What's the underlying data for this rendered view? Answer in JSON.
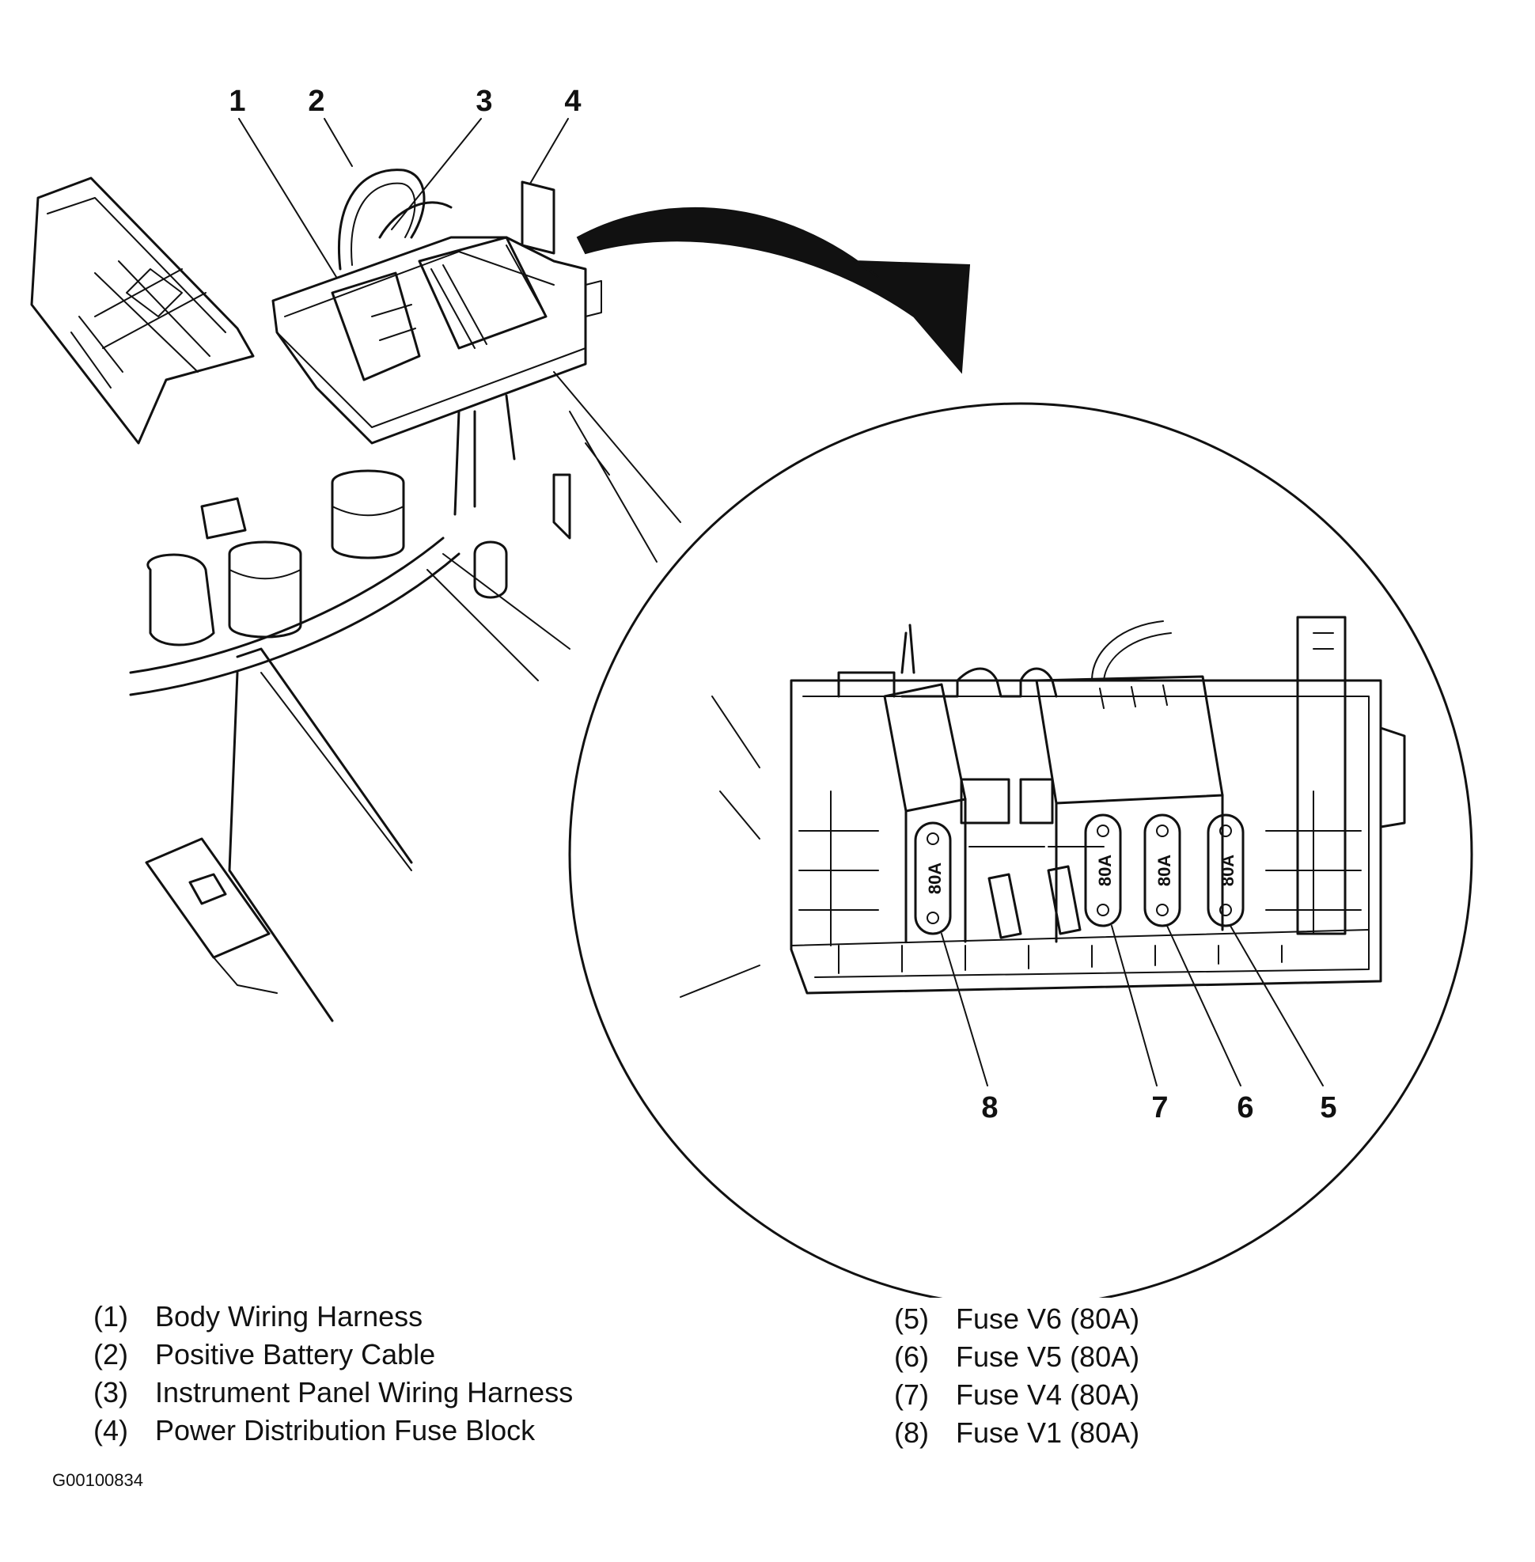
{
  "callouts": {
    "c1": "1",
    "c2": "2",
    "c3": "3",
    "c4": "4",
    "c5": "5",
    "c6": "6",
    "c7": "7",
    "c8": "8"
  },
  "fuse_labels": {
    "f8": "80A",
    "f7": "80A",
    "f6": "80A",
    "f5": "80A"
  },
  "legend": {
    "left": [
      {
        "num": "(1)",
        "label": "Body Wiring Harness"
      },
      {
        "num": "(2)",
        "label": "Positive Battery Cable"
      },
      {
        "num": "(3)",
        "label": "Instrument Panel Wiring Harness"
      },
      {
        "num": "(4)",
        "label": "Power Distribution Fuse Block"
      }
    ],
    "right": [
      {
        "num": "(5)",
        "label": "Fuse V6 (80A)"
      },
      {
        "num": "(6)",
        "label": "Fuse V5 (80A)"
      },
      {
        "num": "(7)",
        "label": "Fuse V4 (80A)"
      },
      {
        "num": "(8)",
        "label": "Fuse V1 (80A)"
      }
    ]
  },
  "figure_id": "G00100834"
}
